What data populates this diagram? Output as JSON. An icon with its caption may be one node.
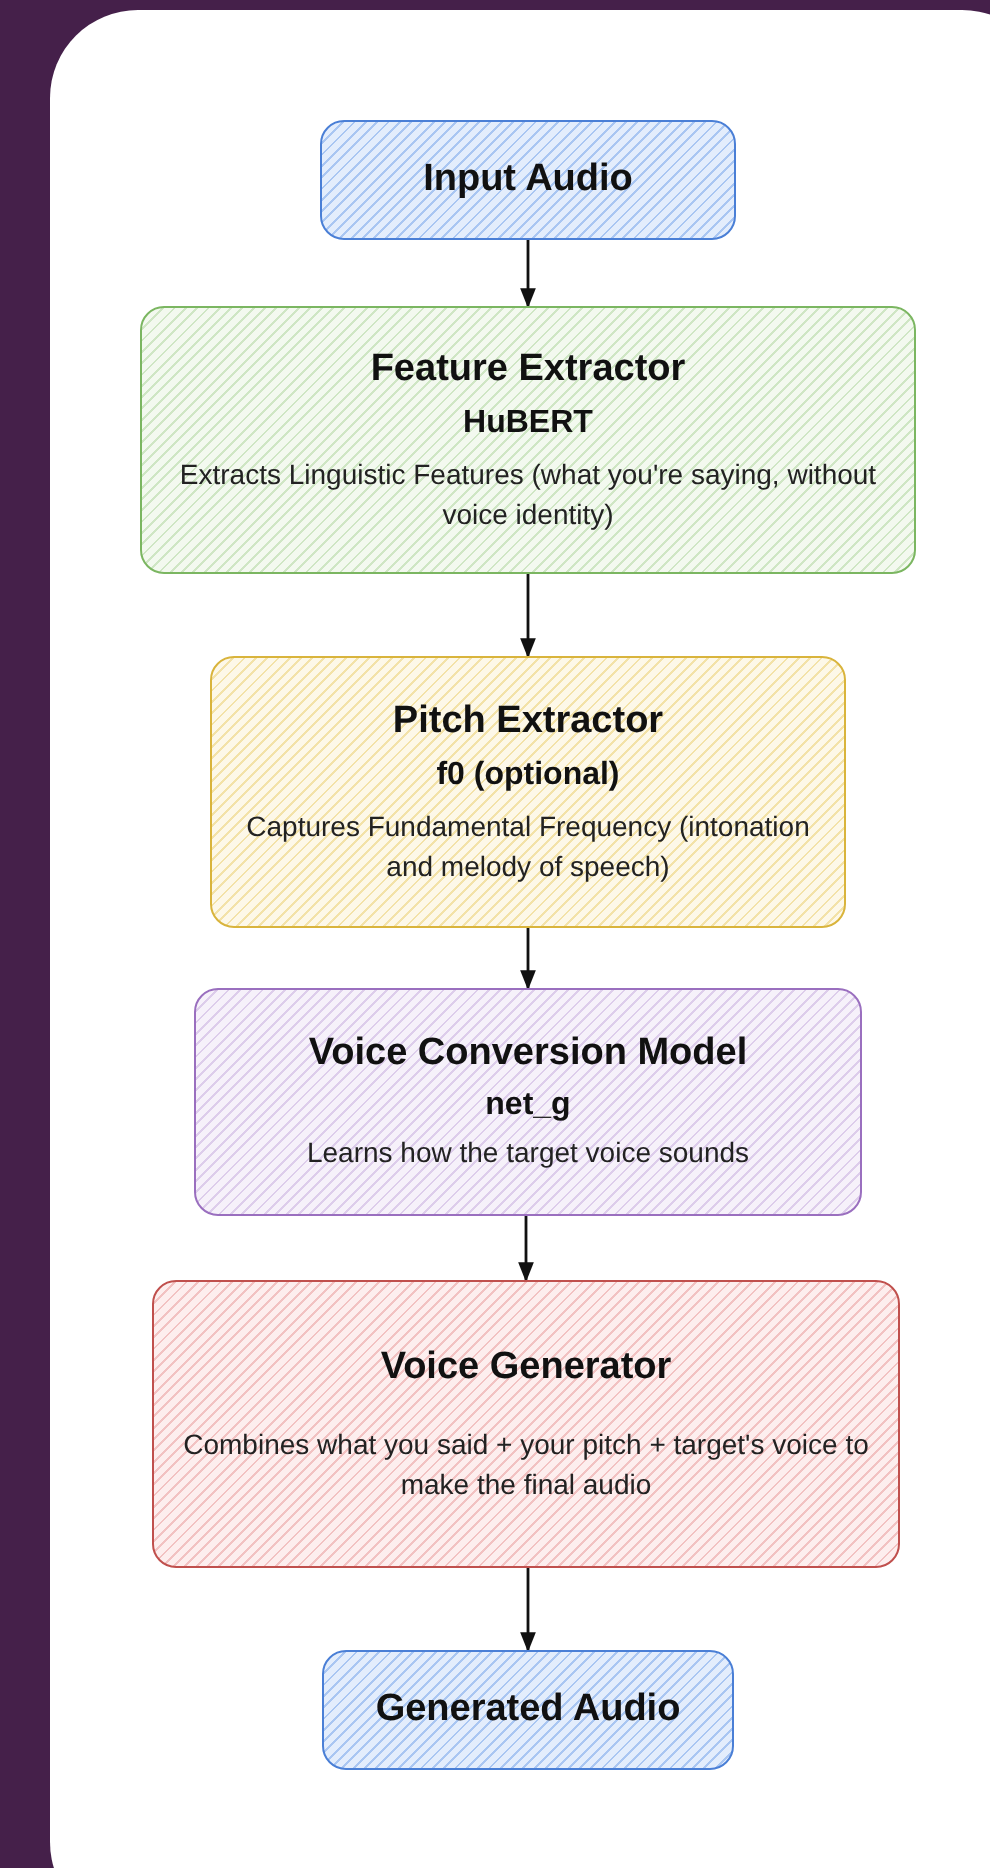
{
  "diagram": {
    "nodes": [
      {
        "text": [
          "Input Audio"
        ]
      },
      {
        "text": [
          "Feature Extractor",
          "HuBERT",
          "Extracts Linguistic Features (what you're saying, without voice identity)"
        ]
      },
      {
        "text": [
          "Pitch Extractor",
          "f0 (optional)",
          "Captures Fundamental Frequency (intonation and melody of speech)"
        ]
      },
      {
        "text": [
          "Voice Conversion Model",
          "net_g",
          "Learns how the target voice sounds"
        ]
      },
      {
        "text": [
          "Voice Generator",
          "Combines what you said + your pitch + target's voice to make the final audio"
        ]
      },
      {
        "text": [
          "Generated Audio"
        ]
      }
    ],
    "edges": [
      {
        "from": 0,
        "to": 1,
        "arrow": "to"
      },
      {
        "from": 1,
        "to": 2,
        "arrow": "to"
      },
      {
        "from": 2,
        "to": 3,
        "arrow": "to"
      },
      {
        "from": 3,
        "to": 4,
        "arrow": "to"
      },
      {
        "from": 4,
        "to": 5,
        "arrow": "to"
      }
    ]
  }
}
